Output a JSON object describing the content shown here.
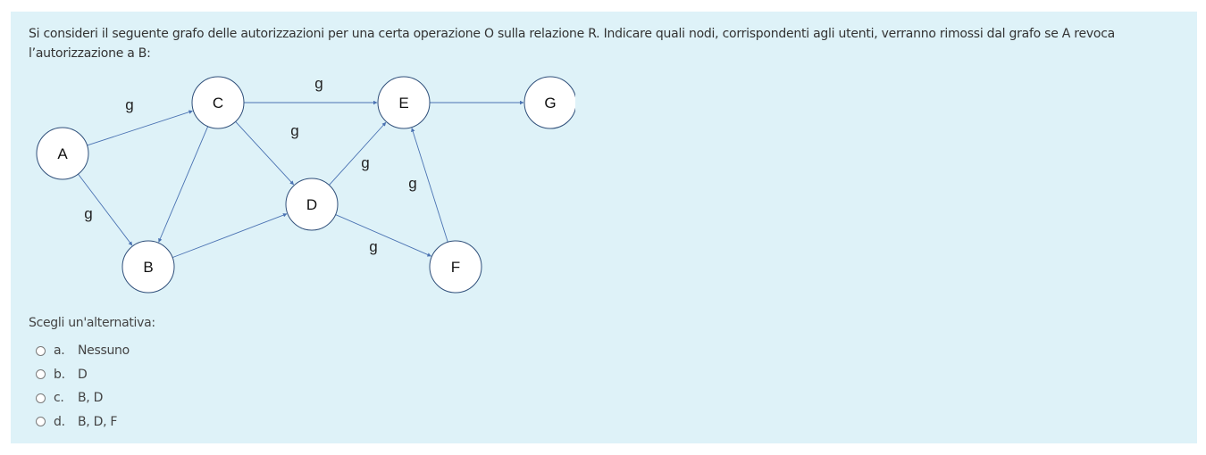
{
  "question": {
    "text": "Si consideri il seguente grafo delle autorizzazioni per una certa operazione O sulla relazione R. Indicare quali nodi, corrispondenti agli utenti, verranno rimossi dal grafo se A revoca l’autorizzazione a B:"
  },
  "graph": {
    "nodes": [
      "A",
      "B",
      "C",
      "D",
      "E",
      "F",
      "G"
    ],
    "edges": [
      {
        "from": "A",
        "to": "C",
        "label": "g"
      },
      {
        "from": "A",
        "to": "B",
        "label": "g"
      },
      {
        "from": "C",
        "to": "E",
        "label": "g"
      },
      {
        "from": "C",
        "to": "D",
        "label": "g"
      },
      {
        "from": "C",
        "to": "B",
        "label": ""
      },
      {
        "from": "B",
        "to": "D",
        "label": ""
      },
      {
        "from": "D",
        "to": "E",
        "label": "g"
      },
      {
        "from": "D",
        "to": "F",
        "label": "g"
      },
      {
        "from": "F",
        "to": "E",
        "label": "g"
      },
      {
        "from": "E",
        "to": "G",
        "label": ""
      }
    ],
    "colors": {
      "edge": "#4a72b2",
      "node_stroke": "#2f4f7a",
      "node_fill": "#ffffff"
    }
  },
  "answer": {
    "prompt": "Scegli un'alternativa:",
    "options": [
      {
        "letter": "a.",
        "text": "Nessuno"
      },
      {
        "letter": "b.",
        "text": "D"
      },
      {
        "letter": "c.",
        "text": "B, D"
      },
      {
        "letter": "d.",
        "text": "B, D, F"
      }
    ]
  }
}
